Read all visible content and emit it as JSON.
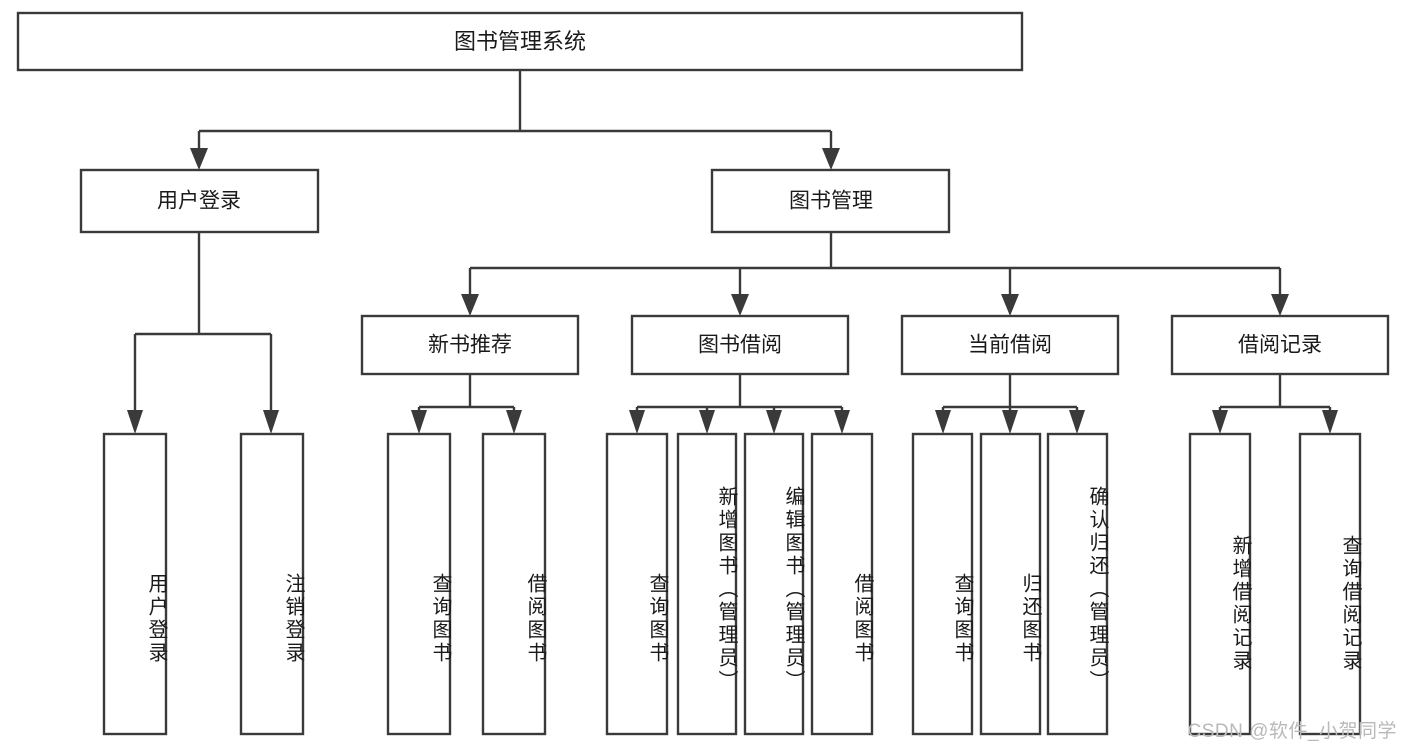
{
  "diagram": {
    "type": "tree-hierarchy-chart",
    "title": "图书管理系统",
    "colors": {
      "box_stroke": "#3a3a3a",
      "box_fill": "#ffffff",
      "connector": "#3a3a3a",
      "text": "#1a1a1a",
      "watermark": "#b9b9b9",
      "background": "#ffffff"
    },
    "root": {
      "label": "图书管理系统"
    },
    "level2": [
      {
        "label": "用户登录"
      },
      {
        "label": "图书管理"
      }
    ],
    "level3": [
      {
        "label": "新书推荐"
      },
      {
        "label": "图书借阅"
      },
      {
        "label": "当前借阅"
      },
      {
        "label": "借阅记录"
      }
    ],
    "leaves": {
      "user_login": [
        {
          "label": "用户登录"
        },
        {
          "label": "注销登录"
        }
      ],
      "new_book_recommend": [
        {
          "label": "查询图书"
        },
        {
          "label": "借阅图书"
        }
      ],
      "book_borrow": [
        {
          "label": "查询图书"
        },
        {
          "label": "新增图书（管理员）"
        },
        {
          "label": "编辑图书（管理员）"
        },
        {
          "label": "借阅图书"
        }
      ],
      "current_borrow": [
        {
          "label": "查询图书"
        },
        {
          "label": "归还图书"
        },
        {
          "label": "确认归还（管理员）"
        }
      ],
      "borrow_record": [
        {
          "label": "新增借阅记录"
        },
        {
          "label": "查询借阅记录"
        }
      ]
    },
    "watermark": "CSDN @软件_小贺同学"
  }
}
